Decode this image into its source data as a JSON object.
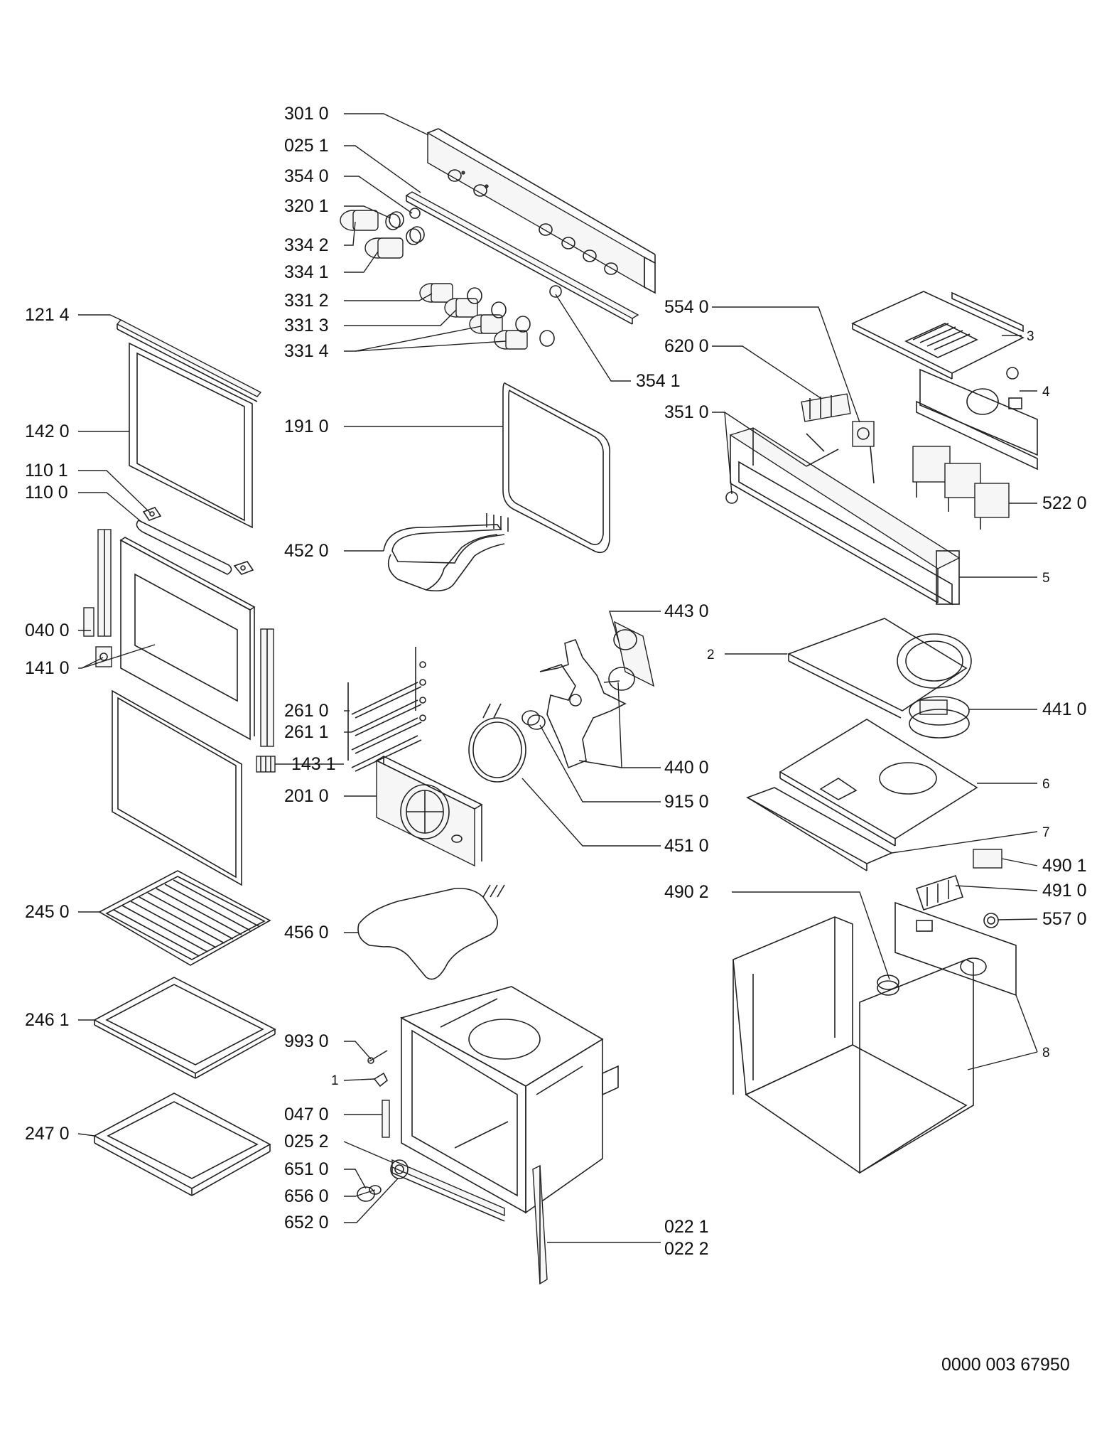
{
  "document_id": "0000 003 67950",
  "callouts": [
    {
      "id": "c-3010",
      "label": "301 0"
    },
    {
      "id": "c-0251",
      "label": "025 1"
    },
    {
      "id": "c-3540",
      "label": "354 0"
    },
    {
      "id": "c-3201",
      "label": "320 1"
    },
    {
      "id": "c-3342",
      "label": "334 2"
    },
    {
      "id": "c-3341",
      "label": "334 1"
    },
    {
      "id": "c-3312",
      "label": "331 2"
    },
    {
      "id": "c-3313",
      "label": "331 3"
    },
    {
      "id": "c-3314",
      "label": "331 4"
    },
    {
      "id": "c-3541",
      "label": "354 1"
    },
    {
      "id": "c-1214",
      "label": "121 4"
    },
    {
      "id": "c-1420",
      "label": "142 0"
    },
    {
      "id": "c-1101",
      "label": "110 1"
    },
    {
      "id": "c-1100",
      "label": "110 0"
    },
    {
      "id": "c-0400",
      "label": "040 0"
    },
    {
      "id": "c-1410",
      "label": "141 0"
    },
    {
      "id": "c-1910",
      "label": "191 0"
    },
    {
      "id": "c-4520",
      "label": "452 0"
    },
    {
      "id": "c-2610",
      "label": "261 0"
    },
    {
      "id": "c-2611",
      "label": "261 1"
    },
    {
      "id": "c-1431",
      "label": "143 1"
    },
    {
      "id": "c-2010",
      "label": "201 0"
    },
    {
      "id": "c-2450",
      "label": "245 0"
    },
    {
      "id": "c-4560",
      "label": "456 0"
    },
    {
      "id": "c-2461",
      "label": "246 1"
    },
    {
      "id": "c-9930",
      "label": "993 0"
    },
    {
      "id": "c-1",
      "label": "1"
    },
    {
      "id": "c-2470",
      "label": "247 0"
    },
    {
      "id": "c-0470",
      "label": "047 0"
    },
    {
      "id": "c-0252",
      "label": "025 2"
    },
    {
      "id": "c-6510",
      "label": "651 0"
    },
    {
      "id": "c-6560",
      "label": "656 0"
    },
    {
      "id": "c-6520",
      "label": "652 0"
    },
    {
      "id": "c-0221",
      "label": "022 1"
    },
    {
      "id": "c-0222",
      "label": "022 2"
    },
    {
      "id": "c-5540",
      "label": "554 0"
    },
    {
      "id": "c-6200",
      "label": "620 0"
    },
    {
      "id": "c-3510",
      "label": "351 0"
    },
    {
      "id": "c-r3",
      "label": "3"
    },
    {
      "id": "c-r4",
      "label": "4"
    },
    {
      "id": "c-5220",
      "label": "522 0"
    },
    {
      "id": "c-r5",
      "label": "5"
    },
    {
      "id": "c-4430",
      "label": "443 0"
    },
    {
      "id": "c-r2",
      "label": "2"
    },
    {
      "id": "c-4410",
      "label": "441 0"
    },
    {
      "id": "c-4400",
      "label": "440 0"
    },
    {
      "id": "c-9150",
      "label": "915 0"
    },
    {
      "id": "c-r6",
      "label": "6"
    },
    {
      "id": "c-4510",
      "label": "451 0"
    },
    {
      "id": "c-r7",
      "label": "7"
    },
    {
      "id": "c-4901",
      "label": "490 1"
    },
    {
      "id": "c-4902",
      "label": "490 2"
    },
    {
      "id": "c-4910",
      "label": "491 0"
    },
    {
      "id": "c-5570",
      "label": "557 0"
    },
    {
      "id": "c-r8",
      "label": "8"
    }
  ]
}
